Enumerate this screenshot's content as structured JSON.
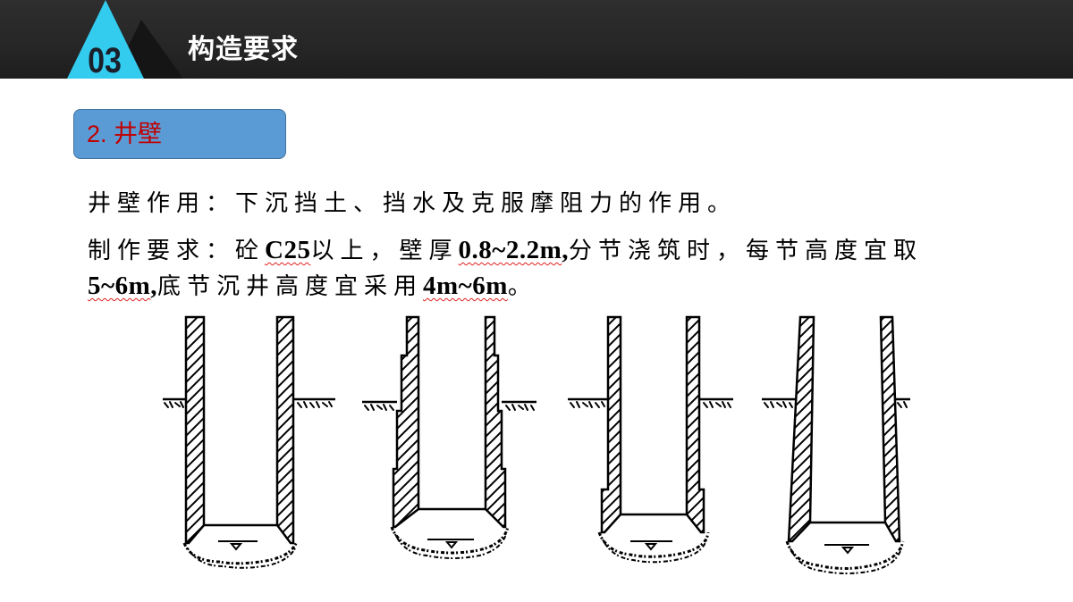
{
  "header": {
    "number": "03",
    "title": "构造要求"
  },
  "section": {
    "label": "2. 井壁"
  },
  "content": {
    "line1": "井壁作用：下沉挡土、挡水及克服摩阻力的作用。",
    "line2": [
      "制作要求：砼",
      "C25",
      "以上，壁厚",
      "0.8~2.2m",
      ",",
      "分节浇筑时，每节高度宜取"
    ],
    "line3": [
      "5~6m",
      ",",
      "底节沉井高度宜采用",
      "4m~6m",
      "。"
    ]
  },
  "colors": {
    "header_bg": "#262626",
    "accent": "#33ccee",
    "section_fill": "#5b9bd5",
    "section_border": "#41719c",
    "section_text": "#c00000",
    "body_text": "#000000"
  }
}
